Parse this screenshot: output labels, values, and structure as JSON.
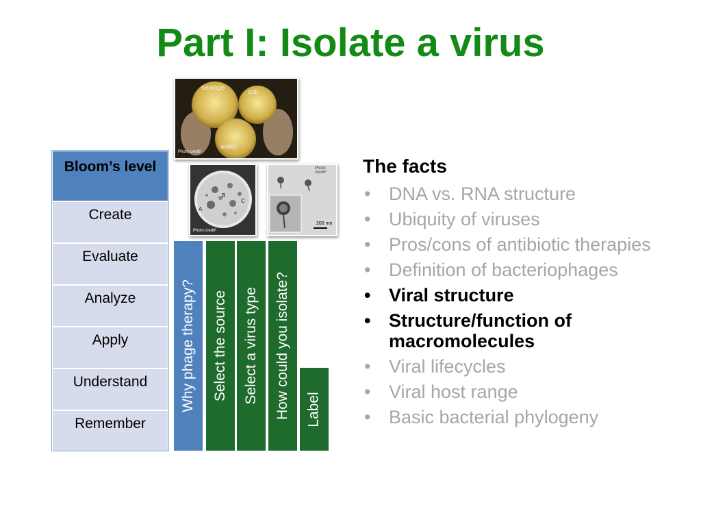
{
  "title": "Part I:  Isolate a virus",
  "bloom": {
    "header": "Bloom’s level",
    "levels": [
      "Create",
      "Evaluate",
      "Analyze",
      "Apply",
      "Understand",
      "Remember"
    ]
  },
  "bars": [
    {
      "label": "Why phage therapy?",
      "color": "#4f81bd"
    },
    {
      "label": "Select the source",
      "color": "#1e6b2d"
    },
    {
      "label": "Select a virus type",
      "color": "#1e6b2d"
    },
    {
      "label": "How could you isolate?",
      "color": "#1e6b2d"
    },
    {
      "label": "Label",
      "color": "#1e6b2d"
    }
  ],
  "photos": {
    "plates": {
      "sewage": "sewage",
      "soil": "soil",
      "water": "water",
      "credit": "Photo credit¹"
    },
    "plaque": {
      "a": "A",
      "b": "B",
      "c": "C",
      "credit": "Photo credit²"
    },
    "em": {
      "credit": "Photo credit³",
      "scale": "200 nm"
    }
  },
  "facts": {
    "heading": "The facts",
    "bullet": "•",
    "items": [
      {
        "text": "DNA vs. RNA structure",
        "highlight": false
      },
      {
        "text": "Ubiquity of viruses",
        "highlight": false
      },
      {
        "text": "Pros/cons of antibiotic therapies",
        "highlight": false
      },
      {
        "text": "Definition of bacteriophages",
        "highlight": false
      },
      {
        "text": "Viral structure",
        "highlight": true
      },
      {
        "text": "Structure/function of macromolecules",
        "highlight": true
      },
      {
        "text": "Viral lifecycles",
        "highlight": false
      },
      {
        "text": "Viral host range",
        "highlight": false
      },
      {
        "text": "Basic bacterial phylogeny",
        "highlight": false
      }
    ]
  }
}
